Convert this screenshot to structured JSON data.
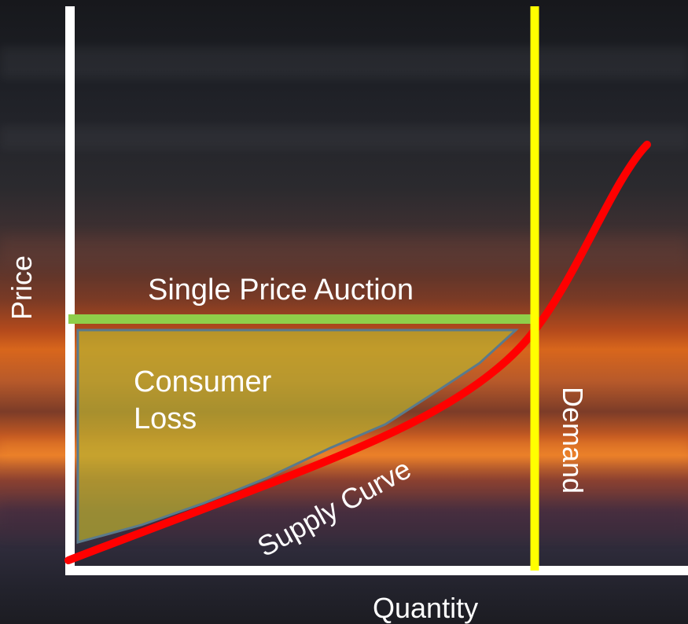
{
  "diagram": {
    "axes": {
      "y_label": "Price",
      "x_label": "Quantity"
    },
    "lines": {
      "auction_label": "Single Price Auction",
      "demand_label": "Demand",
      "supply_label": "Supply Curve"
    },
    "area": {
      "label_line1": "Consumer",
      "label_line2": "Loss"
    },
    "colors": {
      "axis": "#ffffff",
      "demand": "#ffff00",
      "auction_line": "#8fcf4a",
      "supply_curve": "#ff0000",
      "loss_area_fill": "#b8b030",
      "loss_area_stroke": "#5a7a8c"
    }
  }
}
